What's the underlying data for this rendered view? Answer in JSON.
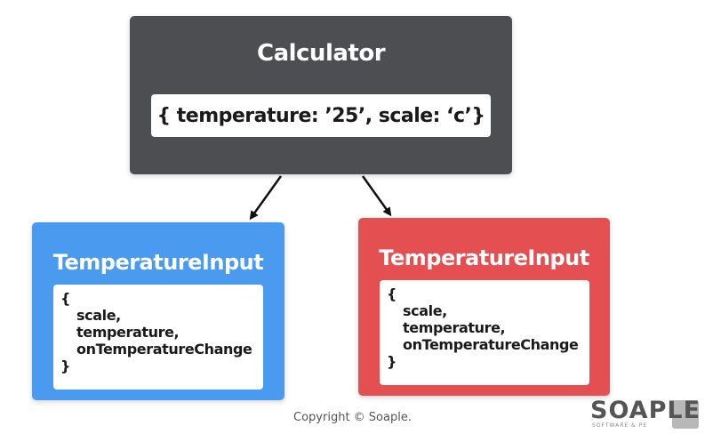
{
  "calculator": {
    "title": "Calculator",
    "state": "{ temperature: ’25’, scale: ‘c’}"
  },
  "temperature_inputs": [
    {
      "title": "TemperatureInput",
      "color": "#4a9af0",
      "props": [
        "{",
        "scale,",
        "temperature,",
        "onTemperatureChange",
        "}"
      ]
    },
    {
      "title": "TemperatureInput",
      "color": "#e45052",
      "props": [
        "{",
        "scale,",
        "temperature,",
        "onTemperatureChange",
        "}"
      ]
    }
  ],
  "footer": {
    "copyright": "Copyright © Soaple."
  },
  "logo": {
    "text": "SOAPLE",
    "subtitle": "SOFTWARE & PE"
  },
  "colors": {
    "calculator_bg": "#4d4e52",
    "arrow": "#111111"
  }
}
